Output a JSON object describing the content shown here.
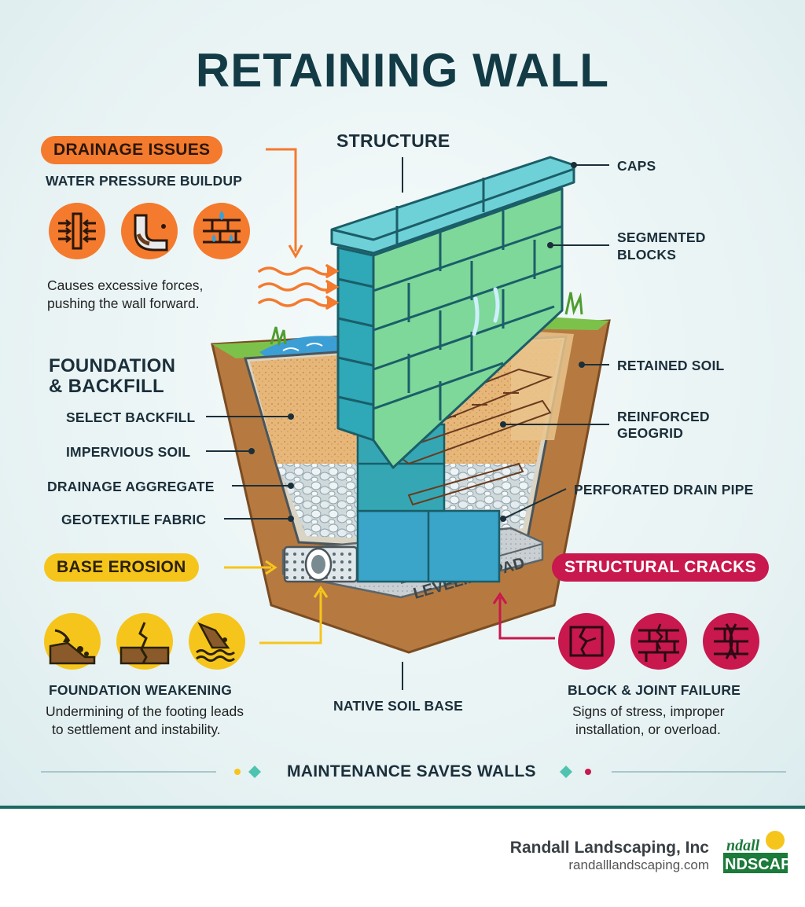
{
  "title": "RETAINING WALL",
  "structure": {
    "heading": "STRUCTURE",
    "caps": "CAPS",
    "segmented_blocks": [
      "SEGMENTED",
      "BLOCKS"
    ],
    "retained_soil": "RETAINED SOIL",
    "reinforced_geogrid": [
      "REINFORCED",
      "GEOGRID"
    ],
    "perforated_drain_pipe": "PERFORATED DRAIN PIPE",
    "leveling_pad": "LEVELING PAD",
    "native_soil_base": "NATIVE SOIL BASE"
  },
  "drainage": {
    "pill": "DRAINAGE ISSUES",
    "subtitle": "WATER PRESSURE BUILDUP",
    "description": [
      "Causes excessive forces,",
      "pushing the wall forward."
    ]
  },
  "foundation": {
    "heading": [
      "FOUNDATION",
      "& BACKFILL"
    ],
    "layers": [
      "SELECT BACKFILL",
      "IMPERVIOUS SOIL",
      "DRAINAGE AGGREGATE",
      "GEOTEXTILE FABRIC"
    ]
  },
  "erosion": {
    "pill": "BASE EROSION",
    "subtitle": "FOUNDATION WEAKENING",
    "description": [
      "Undermining of the footing leads",
      "to settlement and instability."
    ]
  },
  "cracks": {
    "pill": "STRUCTURAL CRACKS",
    "subtitle": "BLOCK & JOINT FAILURE",
    "description": [
      "Signs of stress, improper",
      "installation, or overload."
    ]
  },
  "banner": "MAINTENANCE SAVES WALLS",
  "footer": {
    "company": "Randall Landscaping, Inc",
    "url": "randalllandscaping.com"
  },
  "icons": {
    "drainage": [
      "water-pressure-icon",
      "drain-pipe-leak-icon",
      "wall-seepage-icon"
    ],
    "erosion": [
      "soil-washout-icon",
      "ground-crack-icon",
      "water-erosion-icon"
    ],
    "cracks": [
      "cracked-block-icon",
      "cracked-brick-wall-icon",
      "bulging-wall-icon"
    ]
  },
  "colors": {
    "title": "#123b46",
    "drainage_accent": "#f47a2e",
    "erosion_accent": "#f6c51c",
    "cracks_accent": "#c8184d",
    "block_fill": "#7dd89a",
    "block_dark": "#2fa8b8",
    "footer_rule": "#1a6a62"
  }
}
